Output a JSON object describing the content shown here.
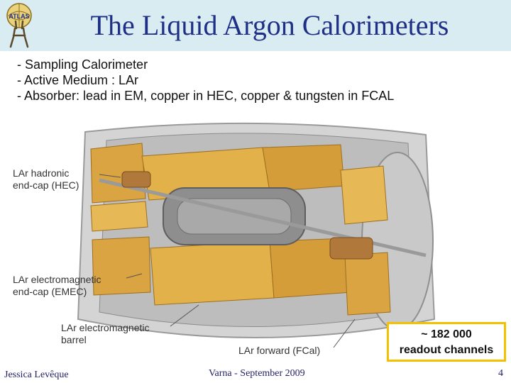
{
  "header": {
    "logo_text": "ATLAS",
    "title": "The Liquid Argon Calorimeters"
  },
  "bullets": [
    "- Sampling  Calorimeter",
    "- Active Medium : LAr",
    "- Absorber: lead in EM, copper in HEC, copper & tungsten in FCAL"
  ],
  "figure_labels": {
    "hec": [
      "LAr hadronic",
      "end-cap (HEC)"
    ],
    "emec": [
      "LAr electromagnetic",
      "end-cap (EMEC)"
    ],
    "barrel": [
      "LAr electromagnetic",
      "barrel"
    ],
    "fcal": "LAr forward (FCal)"
  },
  "callout": {
    "line1": "~ 182 000",
    "line2": "readout channels",
    "border_color": "#f2c100"
  },
  "footer": {
    "author": "Jessica Levêque",
    "event": "Varna -  September 2009",
    "page": "4"
  }
}
